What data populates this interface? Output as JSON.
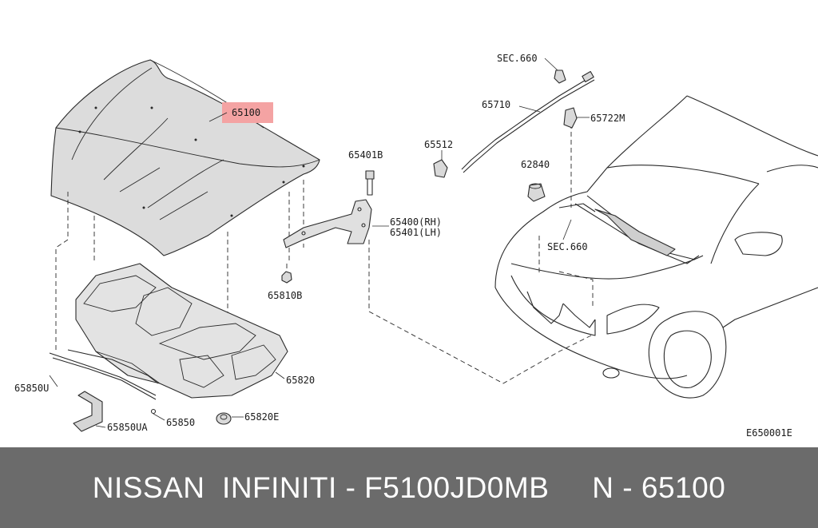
{
  "diagram": {
    "labels": {
      "p65100": "65100",
      "p65401b": "65401B",
      "p65400": "65400(RH)",
      "p65401": "65401(LH)",
      "p65810b": "65810B",
      "p65850u": "65850U",
      "p65850ua": "65850UA",
      "p65850": "65850",
      "p65820e": "65820E",
      "p65820": "65820",
      "sec660_top": "SEC.660",
      "p65710": "65710",
      "p65512": "65512",
      "p62840": "62840",
      "p65722m": "65722M",
      "sec660_mid": "SEC.660",
      "code": "E650001E"
    },
    "highlight_color": "#f4a3a3"
  },
  "footer": {
    "text": "NISSAN  INFINITI - F5100JD0MB     N - 65100",
    "background": "#6b6b6b"
  }
}
